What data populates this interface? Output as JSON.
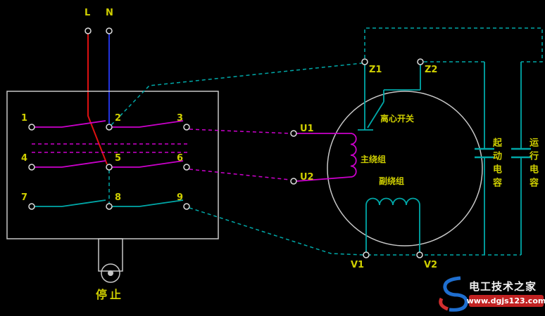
{
  "colors": {
    "background": "#000000",
    "magenta": "#cc00cc",
    "cyan": "#00a8a8",
    "label_yellow": "#cfcf00",
    "red_wire": "#dd1111",
    "blue_wire": "#2233dd",
    "outline": "#c8c8c8",
    "watermark_red": "#c22222",
    "watermark_blue": "#1f6fd0"
  },
  "power": {
    "line_label": "L",
    "neutral_label": "N"
  },
  "switch_box": {
    "terminals": [
      "1",
      "2",
      "3",
      "4",
      "5",
      "6",
      "7",
      "8",
      "9"
    ],
    "stop_label": "停止"
  },
  "motor": {
    "centrifugal_switch_label": "离心开关",
    "main_winding_label": "主绕组",
    "aux_winding_label": "副绕组",
    "terminals": {
      "u1": "U1",
      "u2": "U2",
      "z1": "Z1",
      "z2": "Z2",
      "v1": "V1",
      "v2": "V2"
    }
  },
  "capacitors": {
    "start": "起动电容",
    "run": "运行电容"
  },
  "watermark": {
    "title": "电工技术之家",
    "url": "www.dgjs123.com"
  }
}
